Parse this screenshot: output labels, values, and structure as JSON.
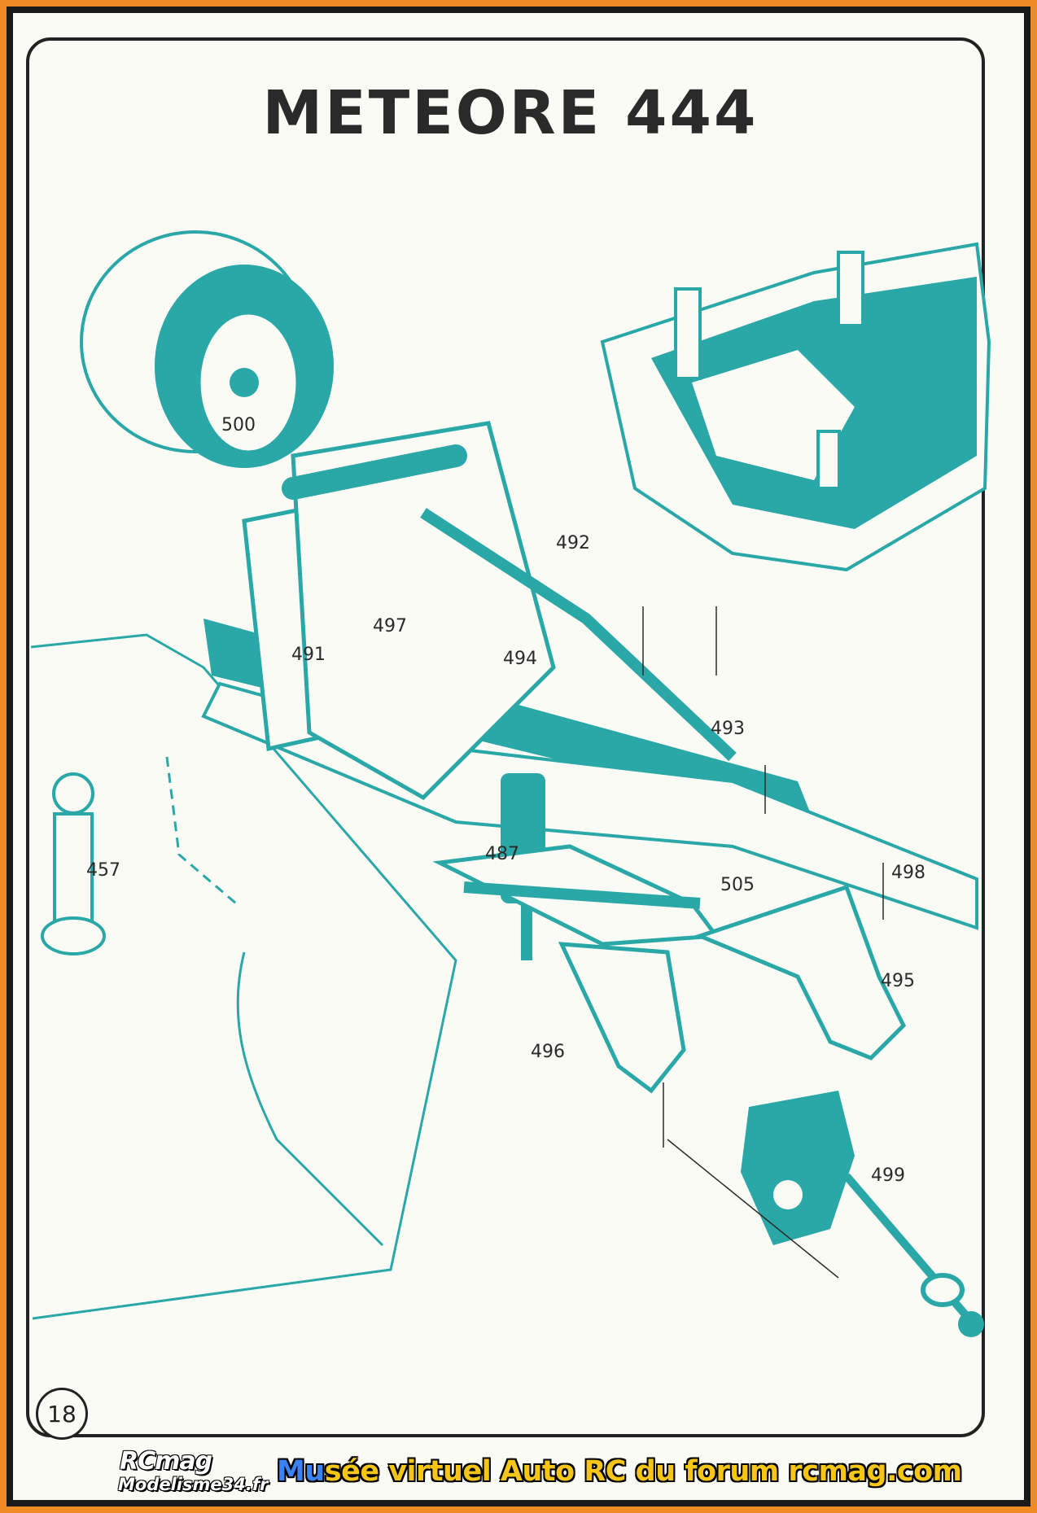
{
  "page": {
    "title": "METEORE 444",
    "page_number": "18"
  },
  "callouts": [
    {
      "id": "500",
      "label": "500"
    },
    {
      "id": "492",
      "label": "492"
    },
    {
      "id": "497",
      "label": "497"
    },
    {
      "id": "491",
      "label": "491"
    },
    {
      "id": "494",
      "label": "494"
    },
    {
      "id": "493",
      "label": "493"
    },
    {
      "id": "457",
      "label": "457"
    },
    {
      "id": "487",
      "label": "487"
    },
    {
      "id": "505",
      "label": "505"
    },
    {
      "id": "498",
      "label": "498"
    },
    {
      "id": "495",
      "label": "495"
    },
    {
      "id": "496",
      "label": "496"
    },
    {
      "id": "499",
      "label": "499"
    }
  ],
  "footer": {
    "logo_line1": "RCmag",
    "logo_line2": "Modelisme34.fr",
    "banner_accent": "Mu",
    "banner_text": "sée virtuel Auto RC du forum rcmag.com"
  },
  "colors": {
    "teal": "#2aa7a7",
    "ink": "#2a2a2a",
    "border_orange": "#f08a24",
    "banner_yellow": "#f5c518",
    "banner_blue": "#3b82f6"
  }
}
